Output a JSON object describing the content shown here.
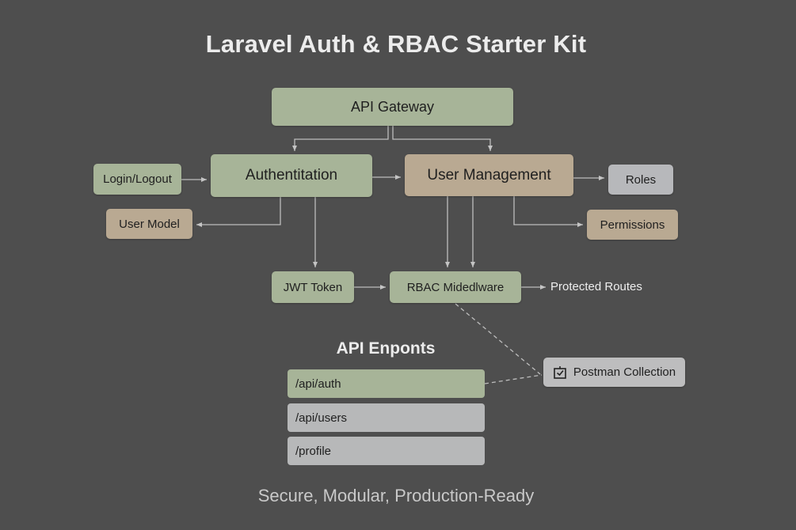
{
  "title": "Laravel Auth & RBAC Starter Kit",
  "subtitle": "Secure, Modular, Production-Ready",
  "nodes": {
    "api_gateway": "API Gateway",
    "authentication": "Authentitation",
    "user_management": "User Management",
    "login_logout": "Login/Logout",
    "user_model": "User Model",
    "roles": "Roles",
    "permissions": "Permissions",
    "jwt_token": "JWT Token",
    "rbac_middleware": "RBAC Midedlware",
    "protected_routes": "Protected Routes",
    "postman_collection": "Postman Collection"
  },
  "postman_icon": "checkbox-tray-icon",
  "endpoints": {
    "title": "API Enponts",
    "items": [
      "/api/auth",
      "/api/users",
      "/profile"
    ]
  },
  "edges": [
    {
      "from": "API Gateway",
      "to": "Authentitation",
      "style": "solid"
    },
    {
      "from": "API Gateway",
      "to": "User Management",
      "style": "solid"
    },
    {
      "from": "Login/Logout",
      "to": "Authentitation",
      "style": "solid"
    },
    {
      "from": "Authentitation",
      "to": "User Management",
      "style": "solid"
    },
    {
      "from": "Authentitation",
      "to": "User Model",
      "style": "solid"
    },
    {
      "from": "Authentitation",
      "to": "JWT Token",
      "style": "solid"
    },
    {
      "from": "User Management",
      "to": "Roles",
      "style": "solid"
    },
    {
      "from": "User Management",
      "to": "Permissions",
      "style": "solid"
    },
    {
      "from": "User Management",
      "to": "RBAC Midedlware",
      "style": "solid"
    },
    {
      "from": "User Management",
      "to": "RBAC Midedlware",
      "style": "solid"
    },
    {
      "from": "JWT Token",
      "to": "RBAC Midedlware",
      "style": "solid"
    },
    {
      "from": "RBAC Midedlware",
      "to": "Protected Routes",
      "style": "solid"
    },
    {
      "from": "RBAC Midedlware",
      "to": "Postman Collection",
      "style": "dashed"
    },
    {
      "from": "/api/auth",
      "to": "Postman Collection",
      "style": "dashed"
    }
  ],
  "colors": {
    "background": "#4e4e4e",
    "green": "#a7b498",
    "tan": "#b9a992",
    "grey": "#b7b8bb",
    "connector": "#bdbdbd"
  }
}
